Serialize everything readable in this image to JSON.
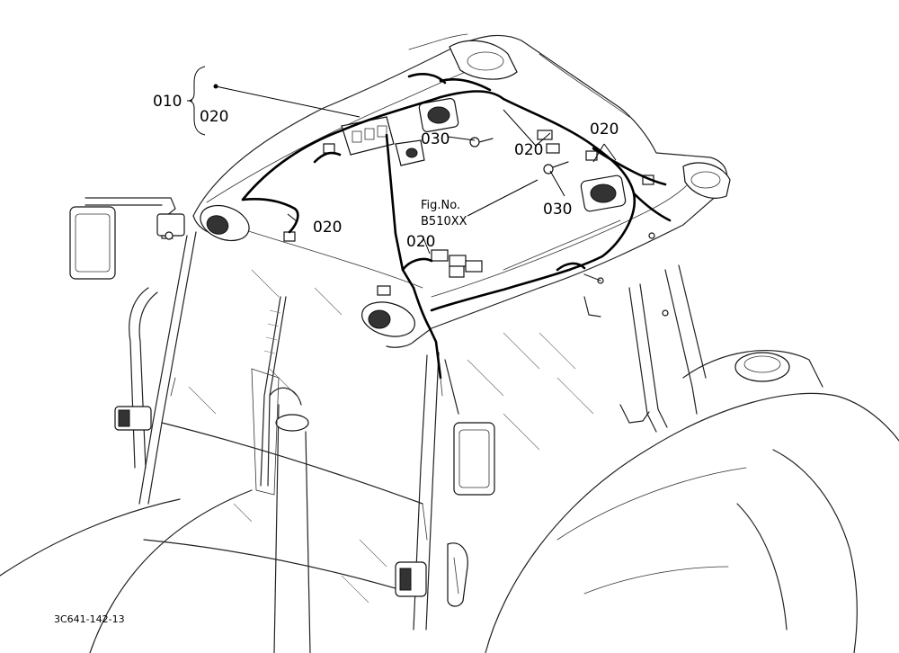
{
  "callouts": {
    "assembly": "010",
    "assembly_sub": "020",
    "harness_top": "020",
    "harness_right": "020",
    "harness_left": "020",
    "harness_center": "020",
    "speaker_left": "030",
    "speaker_right": "030"
  },
  "figure_ref": {
    "line1": "Fig.No.",
    "line2": "B510XX"
  },
  "drawing_code": "3C641-142-13"
}
